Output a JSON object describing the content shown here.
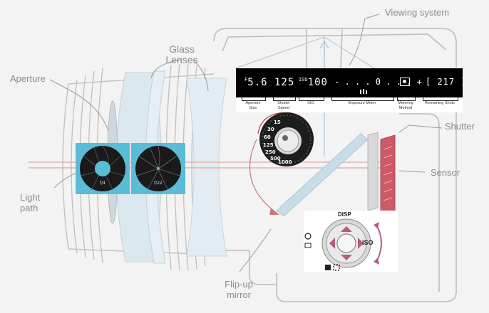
{
  "labels": {
    "viewing_system": "Viewing system",
    "glass_lenses_line1": "Glass",
    "glass_lenses_line2": "Lenses",
    "aperture": "Aperture",
    "light_path_line1": "Light",
    "light_path_line2": "path",
    "shutter": "Shutter",
    "sensor": "Sensor",
    "flip_up_line1": "Flip-up",
    "flip_up_line2": "mirror"
  },
  "lcd": {
    "aperture_prefix": "F",
    "aperture_value": "5.6",
    "shutter_value": "125",
    "iso_prefix": "ISO",
    "iso_value": "100",
    "meter_scale": "- . . . 0 . . . +",
    "remaining_shots": "[ 217 ]",
    "captions": {
      "aperture": "Aperture Size",
      "shutter": "Shutter Speed",
      "iso": "ISO",
      "exposure": "Exposure Meter",
      "metering": "Metering Method",
      "remaining": "Remaining Shots"
    }
  },
  "iris": {
    "left_label": "f/4",
    "right_label": "f/22"
  },
  "dial": {
    "values": [
      "15",
      "30",
      "60",
      "125",
      "250",
      "500",
      "1000"
    ]
  },
  "pad": {
    "top_label": "DISP",
    "right_label": "ISO"
  },
  "colors": {
    "outline": "#b8b8b8",
    "light_path": "#e2a4a4",
    "iris_bg": "#5bbcd6",
    "arrow_red": "#b8363a",
    "pad_pink": "#b85a86"
  }
}
